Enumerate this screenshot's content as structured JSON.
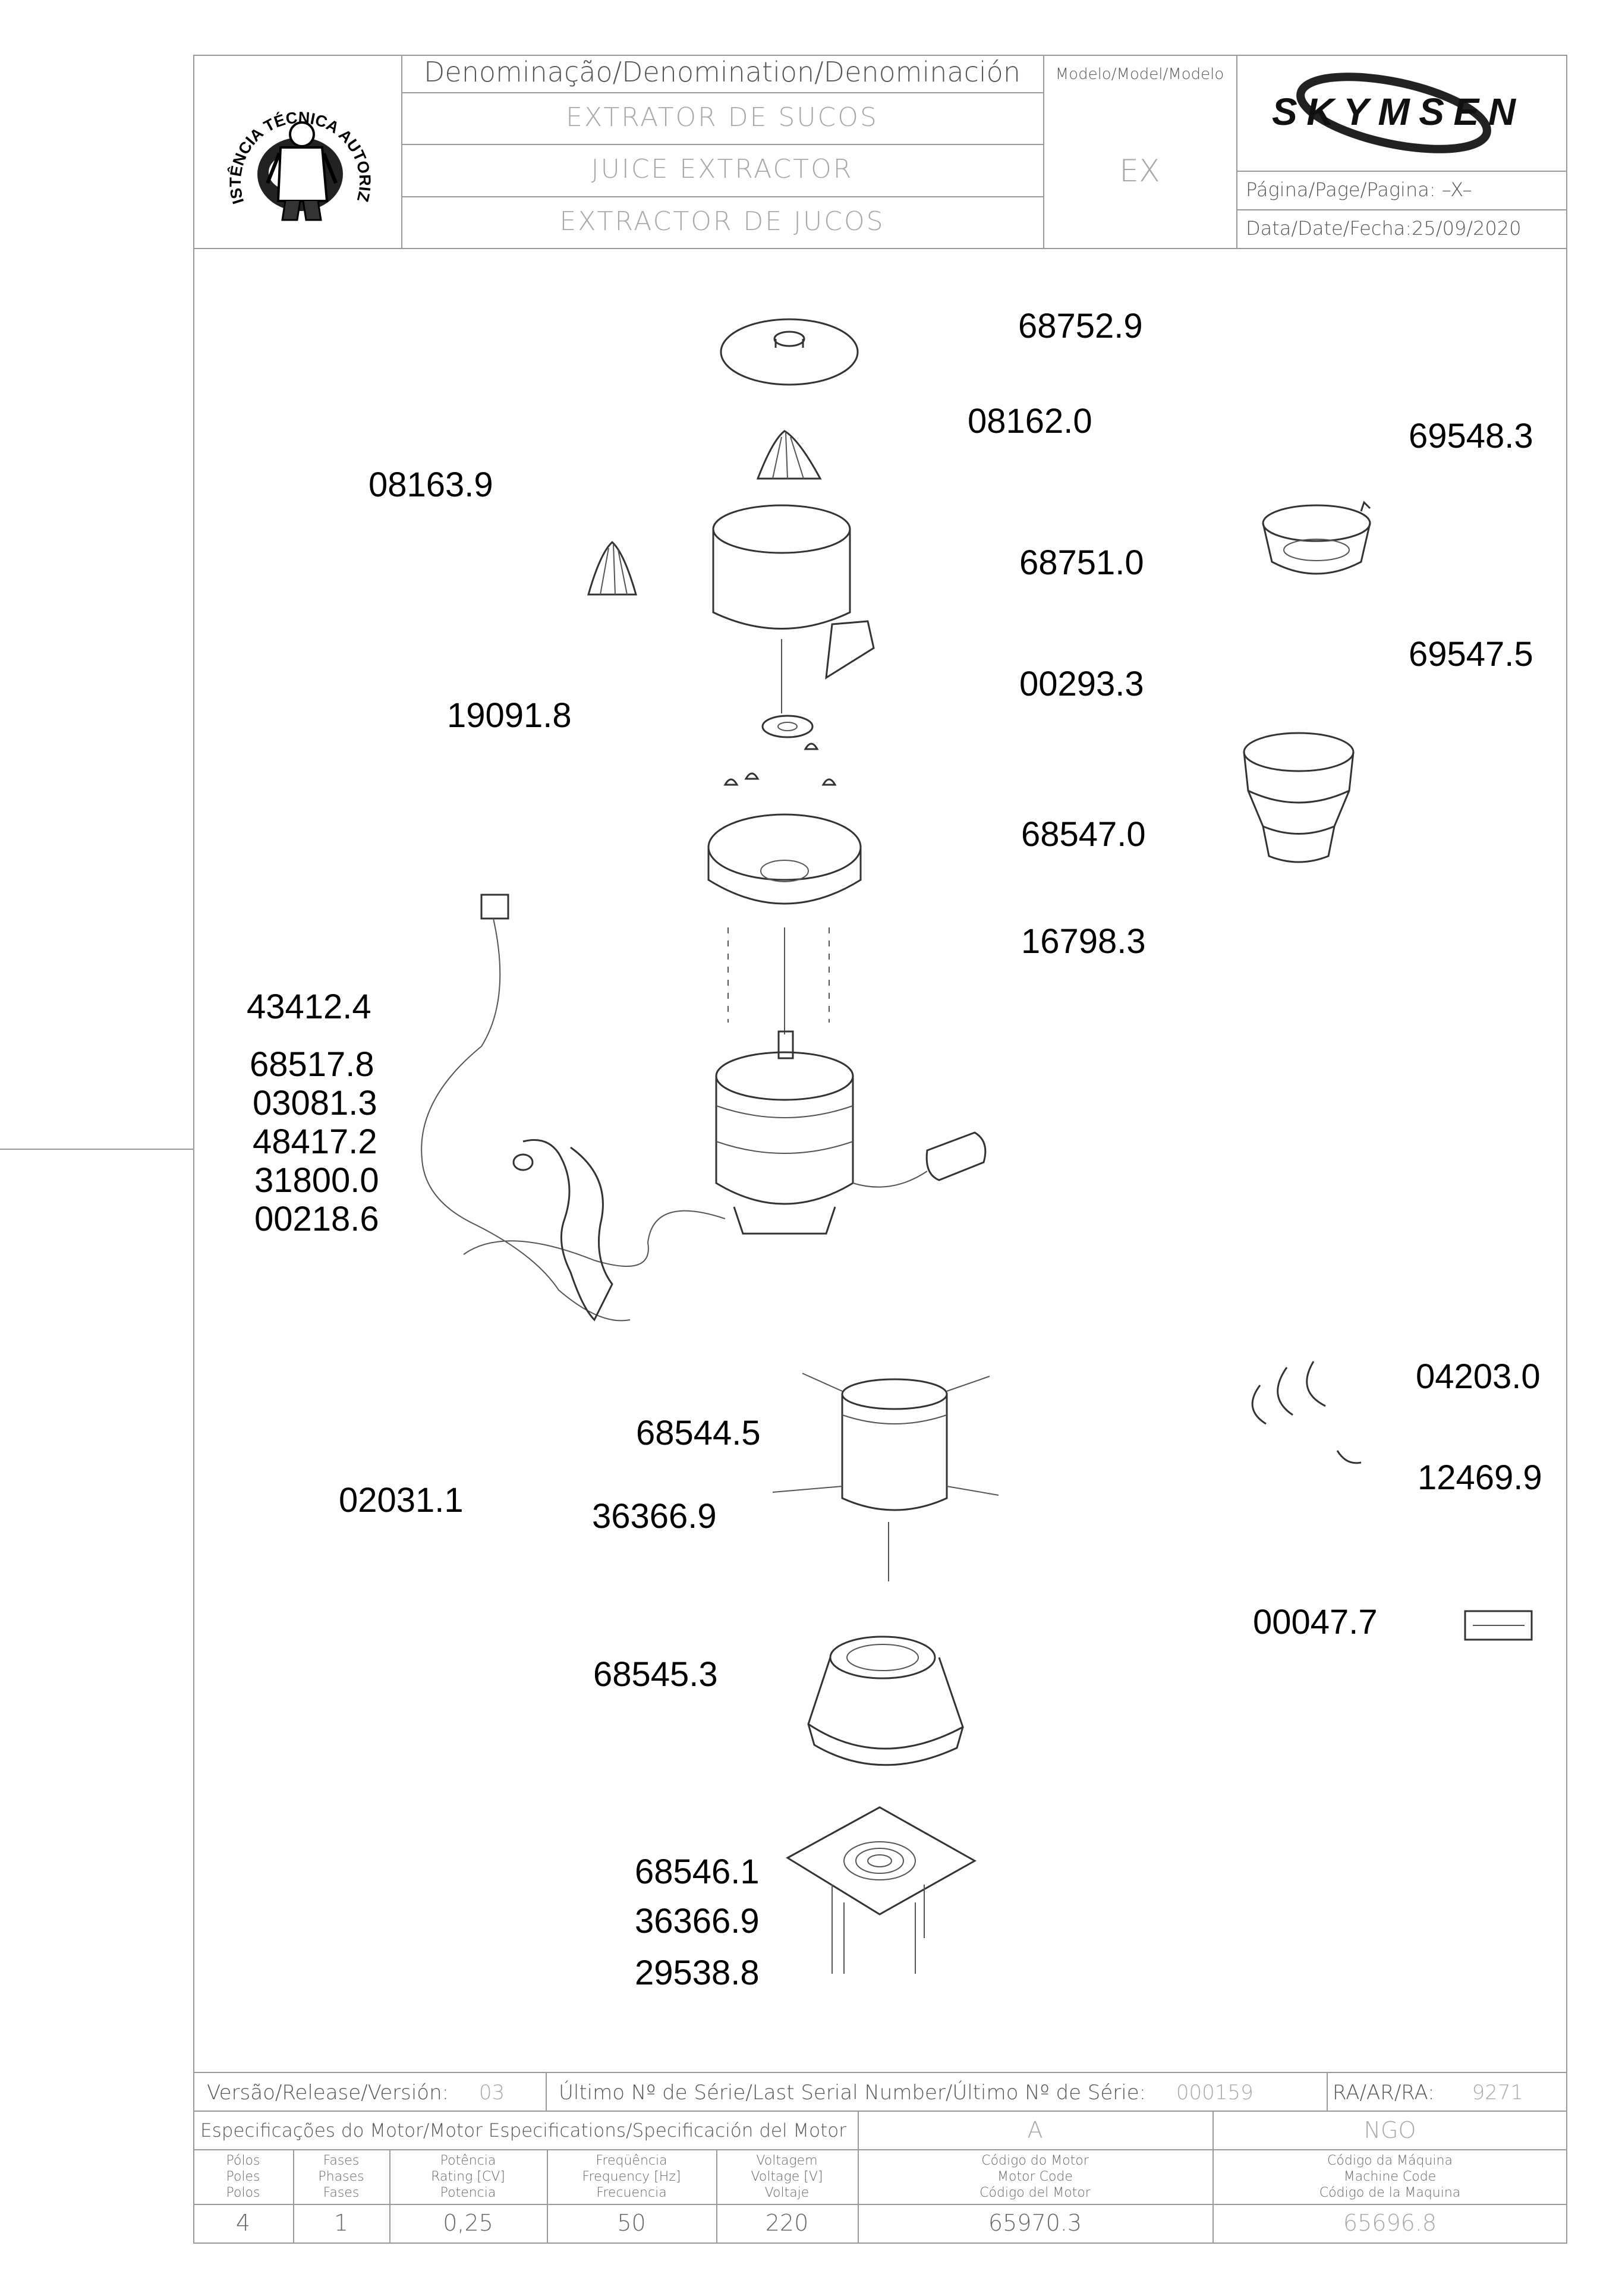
{
  "header": {
    "denomination_label": "Denominação/Denomination/Denominación",
    "model_label": "Modelo/Model/Modelo",
    "name_pt": "EXTRATOR DE SUCOS",
    "name_en": "JUICE EXTRACTOR",
    "name_es": "EXTRACTOR DE JUCOS",
    "model_value": "EX",
    "page_label": "Página/Page/Pagina:",
    "page_value": "–X–",
    "date_label": "Data/Date/Fecha:",
    "date_value": "25/09/2020",
    "brand": "SKYMSEN",
    "seal_text": "ASSISTÊNCIA TÉCNICA AUTORIZADA"
  },
  "parts": {
    "p68752_9": "68752.9",
    "p08162_0": "08162.0",
    "p69548_3": "69548.3",
    "p08163_9": "08163.9",
    "p68751_0": "68751.0",
    "p69547_5": "69547.5",
    "p00293_3": "00293.3",
    "p19091_8": "19091.8",
    "p68547_0": "68547.0",
    "p16798_3": "16798.3",
    "p43412_4": "43412.4",
    "p68517_8": "68517.8",
    "p03081_3": "03081.3",
    "p48417_2": "48417.2",
    "p31800_0": "31800.0",
    "p00218_6": "00218.6",
    "p04203_0": "04203.0",
    "p68544_5": "68544.5",
    "p12469_9": "12469.9",
    "p02031_1": "02031.1",
    "p36366_9a": "36366.9",
    "p00047_7": "00047.7",
    "p68545_3": "68545.3",
    "p68546_1": "68546.1",
    "p36366_9b": "36366.9",
    "p29538_8": "29538.8"
  },
  "footer": {
    "release_label": "Versão/Release/Versión:",
    "release_value": "03",
    "serial_label": "Último Nº de Série/Last Serial Number/Último Nº de Série:",
    "serial_value": "000159",
    "ra_label": "RA/AR/RA:",
    "ra_value": "9271",
    "motor_spec_label": "Especificações do Motor/Motor Especifications/Specificación del Motor",
    "motor_spec_a": "A",
    "motor_spec_ngo": "NGO",
    "poles": [
      "Pólos",
      "Poles",
      "Polos"
    ],
    "phases": [
      "Fases",
      "Phases",
      "Fases"
    ],
    "rating": [
      "Potência",
      "Rating [CV]",
      "Potencia"
    ],
    "frequency": [
      "Freqüência",
      "Frequency [Hz]",
      "Frecuencia"
    ],
    "voltage": [
      "Voltagem",
      "Voltage [V]",
      "Voltaje"
    ],
    "motor_code": [
      "Código do Motor",
      "Motor Code",
      "Código del Motor"
    ],
    "machine_code": [
      "Código da Máquina",
      "Machine Code",
      "Código de la Maquina"
    ],
    "values": {
      "poles": "4",
      "phases": "1",
      "rating": "0,25",
      "frequency": "50",
      "voltage": "220",
      "motor_code": "65970.3",
      "machine_code": "65696.8"
    }
  }
}
